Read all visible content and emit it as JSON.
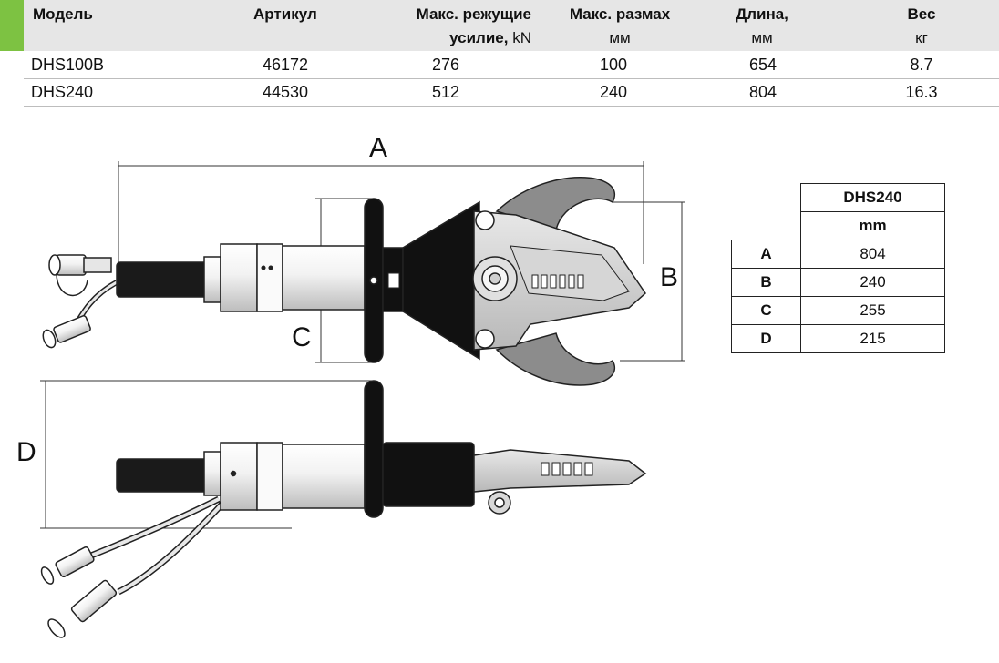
{
  "spec_table": {
    "headers": {
      "model": "Модель",
      "article": "Артикул",
      "force_line1": "Макс. режущие",
      "force_line2": "усилие,",
      "force_unit": "kN",
      "opening_line1": "Макс. размах",
      "opening_unit": "мм",
      "length_line1": "Длина,",
      "length_unit": "мм",
      "weight_line1": "Вес",
      "weight_unit": "кг"
    },
    "rows": [
      {
        "model": "DHS100B",
        "article": "46172",
        "force": "276",
        "opening": "100",
        "length": "654",
        "weight": "8.7"
      },
      {
        "model": "DHS240",
        "article": "44530",
        "force": "512",
        "opening": "240",
        "length": "804",
        "weight": "16.3"
      }
    ]
  },
  "drawing": {
    "labels": {
      "a": "A",
      "b": "B",
      "c": "C",
      "d": "D"
    }
  },
  "dimension_table": {
    "title": "DHS240",
    "unit": "mm",
    "rows": [
      {
        "key": "A",
        "value": "804"
      },
      {
        "key": "B",
        "value": "240"
      },
      {
        "key": "C",
        "value": "255"
      },
      {
        "key": "D",
        "value": "215"
      }
    ]
  }
}
